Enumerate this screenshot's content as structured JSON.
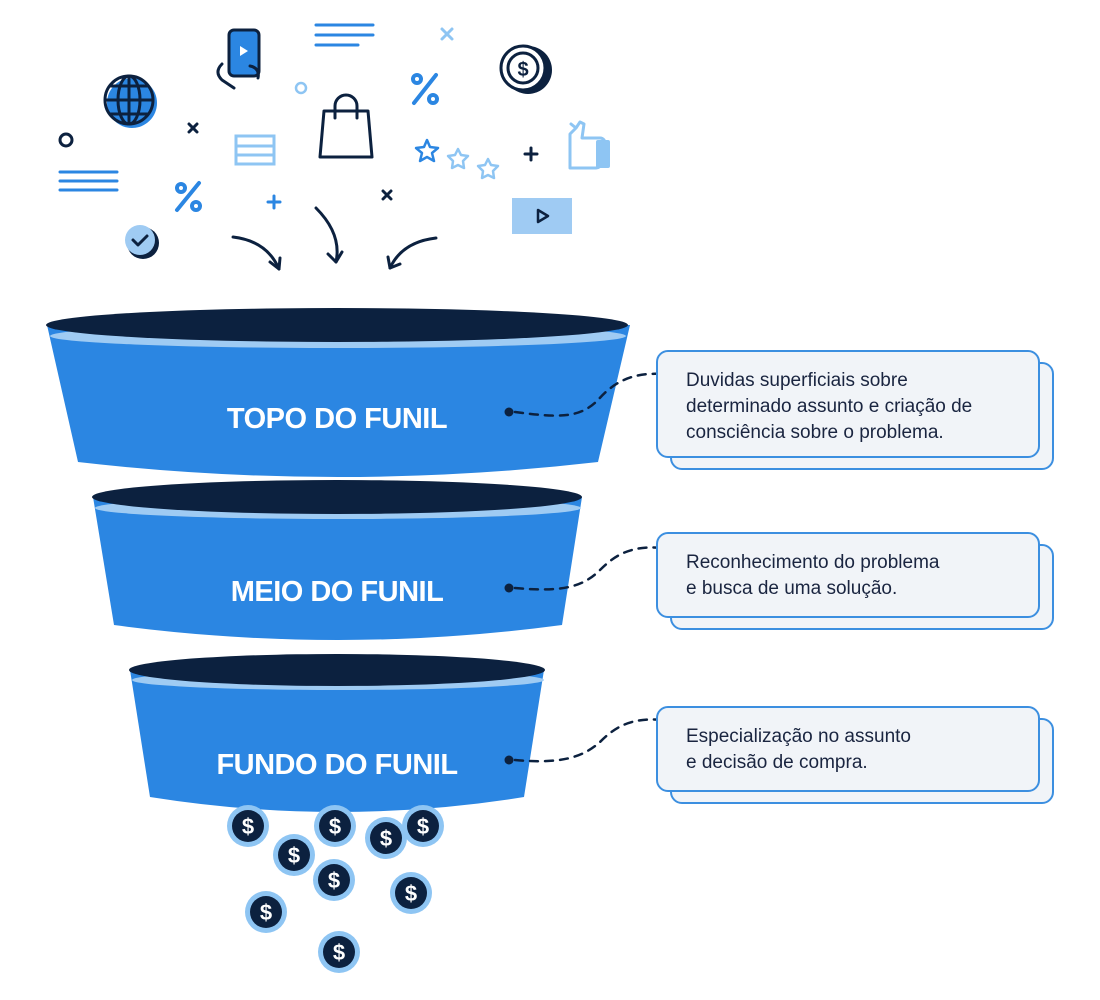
{
  "stages": [
    {
      "title": "TOPO DO FUNIL",
      "description": "Duvidas superficiais sobre\ndeterminado assunto e criação de\nconsciência sobre o problema."
    },
    {
      "title": "MEIO DO FUNIL",
      "description": "Reconhecimento do problema\ne busca de uma solução."
    },
    {
      "title": "FUNDO DO FUNIL",
      "description": "Especialização no assunto\ne decisão de compra."
    }
  ],
  "colors": {
    "funnel_blue": "#2b86e2",
    "funnel_dark": "#0c213f",
    "funnel_rim": "#9fcbf3",
    "accent_light": "#8ec5f3",
    "card_border": "#3c8fe0",
    "card_fill": "#f1f4f8",
    "text_dark": "#1a2540"
  },
  "icons": [
    "phone-video-icon",
    "globe-icon",
    "text-lines-icon",
    "shopping-bag-icon",
    "dollar-coin-icon",
    "percent-icon",
    "star-icon",
    "thumbs-up-icon",
    "video-play-icon",
    "check-badge-icon",
    "plus-icon",
    "close-x-icon",
    "circle-icon",
    "arrow-down-icon",
    "dotted-connector-icon"
  ]
}
